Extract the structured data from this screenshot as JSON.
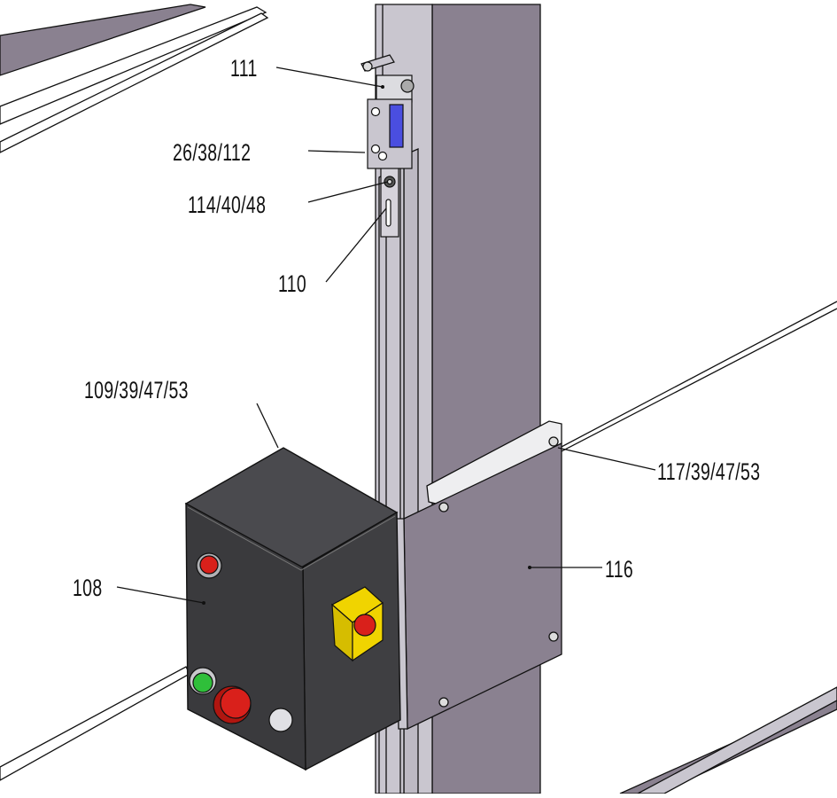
{
  "colors": {
    "steel_light": "#c9c6cf",
    "steel_mid": "#9a93a2",
    "steel_dark": "#8a8190",
    "enclosure": "#3f3f42",
    "enclosure_edge": "#1c1c1e",
    "button_red": "#d9201b",
    "button_green": "#2fbf3a",
    "switch_yellow": "#f0d400",
    "sensor_blue": "#4a4ee0"
  },
  "callouts": [
    {
      "id": "111",
      "text": "111"
    },
    {
      "id": "26-38-112",
      "text": "26/38/112"
    },
    {
      "id": "114-40-48",
      "text": "114/40/48"
    },
    {
      "id": "110",
      "text": "110"
    },
    {
      "id": "109-39-47-53",
      "text": "109/39/47/53"
    },
    {
      "id": "117-39-47-53",
      "text": "117/39/47/53"
    },
    {
      "id": "108",
      "text": "108"
    },
    {
      "id": "116",
      "text": "116"
    }
  ]
}
